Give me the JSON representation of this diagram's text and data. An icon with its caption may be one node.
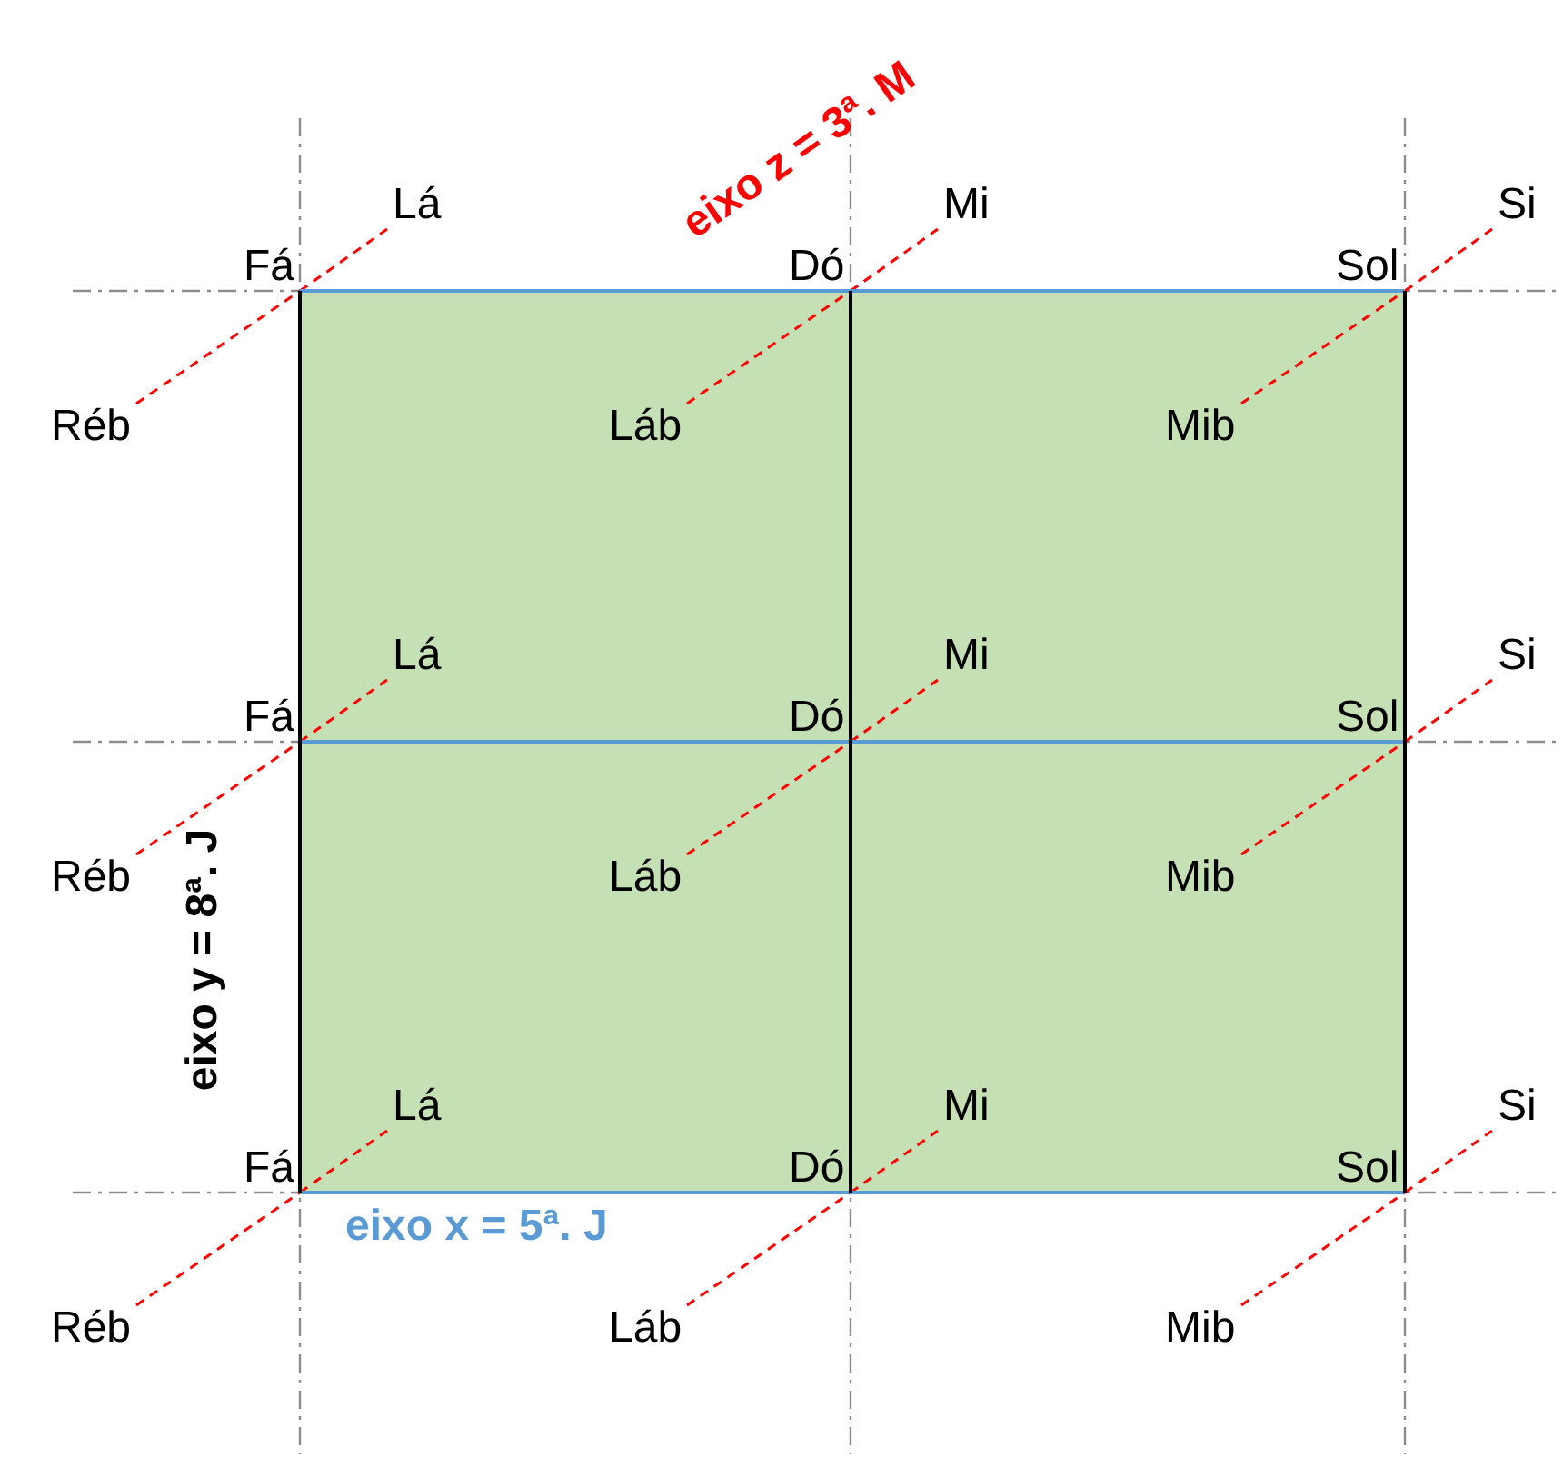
{
  "diagram": {
    "nodes": [
      {
        "text": [
          "Lá"
        ]
      },
      {
        "text": [
          "Mi"
        ]
      },
      {
        "text": [
          "Si"
        ]
      },
      {
        "text": [
          "Fá"
        ]
      },
      {
        "text": [
          "Dó"
        ]
      },
      {
        "text": [
          "Sol"
        ]
      },
      {
        "text": [
          "Réb"
        ]
      },
      {
        "text": [
          "Láb"
        ]
      },
      {
        "text": [
          "Mib"
        ]
      },
      {
        "text": [
          "Lá"
        ]
      },
      {
        "text": [
          "Mi"
        ]
      },
      {
        "text": [
          "Si"
        ]
      },
      {
        "text": [
          "Fá"
        ]
      },
      {
        "text": [
          "Dó"
        ]
      },
      {
        "text": [
          "Sol"
        ]
      },
      {
        "text": [
          "Réb"
        ]
      },
      {
        "text": [
          "Láb"
        ]
      },
      {
        "text": [
          "Mib"
        ]
      },
      {
        "text": [
          "Lá"
        ]
      },
      {
        "text": [
          "Mi"
        ]
      },
      {
        "text": [
          "Si"
        ]
      },
      {
        "text": [
          "Fá"
        ]
      },
      {
        "text": [
          "Dó"
        ]
      },
      {
        "text": [
          "Sol"
        ]
      },
      {
        "text": [
          "Réb"
        ]
      },
      {
        "text": [
          "Láb"
        ]
      },
      {
        "text": [
          "Mib"
        ]
      }
    ],
    "edges": [
      {
        "from": 6,
        "to": 3,
        "arrow": "none",
        "style": "dashed"
      },
      {
        "from": 3,
        "to": 0,
        "arrow": "none",
        "style": "dashed"
      },
      {
        "from": 7,
        "to": 4,
        "arrow": "none",
        "style": "dashed"
      },
      {
        "from": 4,
        "to": 1,
        "arrow": "none",
        "style": "dashed"
      },
      {
        "from": 8,
        "to": 5,
        "arrow": "none",
        "style": "dashed"
      },
      {
        "from": 5,
        "to": 2,
        "arrow": "none",
        "style": "dashed"
      },
      {
        "from": 15,
        "to": 12,
        "arrow": "none",
        "style": "dashed"
      },
      {
        "from": 12,
        "to": 9,
        "arrow": "none",
        "style": "dashed"
      },
      {
        "from": 16,
        "to": 13,
        "arrow": "none",
        "style": "dashed"
      },
      {
        "from": 13,
        "to": 10,
        "arrow": "none",
        "style": "dashed"
      },
      {
        "from": 17,
        "to": 14,
        "arrow": "none",
        "style": "dashed"
      },
      {
        "from": 14,
        "to": 11,
        "arrow": "none",
        "style": "dashed"
      },
      {
        "from": 24,
        "to": 21,
        "arrow": "none",
        "style": "dashed"
      },
      {
        "from": 21,
        "to": 18,
        "arrow": "none",
        "style": "dashed"
      },
      {
        "from": 25,
        "to": 22,
        "arrow": "none",
        "style": "dashed"
      },
      {
        "from": 22,
        "to": 19,
        "arrow": "none",
        "style": "dashed"
      },
      {
        "from": 26,
        "to": 23,
        "arrow": "none",
        "style": "dashed"
      },
      {
        "from": 23,
        "to": 20,
        "arrow": "none",
        "style": "dashed"
      },
      {
        "from": 3,
        "to": 4,
        "arrow": "none",
        "color": "#5b9bd5"
      },
      {
        "from": 4,
        "to": 5,
        "arrow": "none",
        "color": "#5b9bd5"
      },
      {
        "from": 12,
        "to": 13,
        "arrow": "none",
        "color": "#5b9bd5"
      },
      {
        "from": 13,
        "to": 14,
        "arrow": "none",
        "color": "#5b9bd5"
      },
      {
        "from": 21,
        "to": 22,
        "arrow": "none",
        "color": "#5b9bd5"
      },
      {
        "from": 22,
        "to": 23,
        "arrow": "none",
        "color": "#5b9bd5"
      },
      {
        "from": 3,
        "to": 12,
        "arrow": "none",
        "color": "#000000"
      },
      {
        "from": 4,
        "to": 13,
        "arrow": "none",
        "color": "#000000"
      },
      {
        "from": 5,
        "to": 14,
        "arrow": "none",
        "color": "#000000"
      },
      {
        "from": 12,
        "to": 21,
        "arrow": "none",
        "color": "#000000"
      },
      {
        "from": 13,
        "to": 22,
        "arrow": "none",
        "color": "#000000"
      },
      {
        "from": 14,
        "to": 23,
        "arrow": "none",
        "color": "#000000"
      }
    ],
    "labels": [
      "eixo z = 3ª. M",
      "eixo y = 8ª. J",
      "eixo x = 5ª. J"
    ]
  }
}
